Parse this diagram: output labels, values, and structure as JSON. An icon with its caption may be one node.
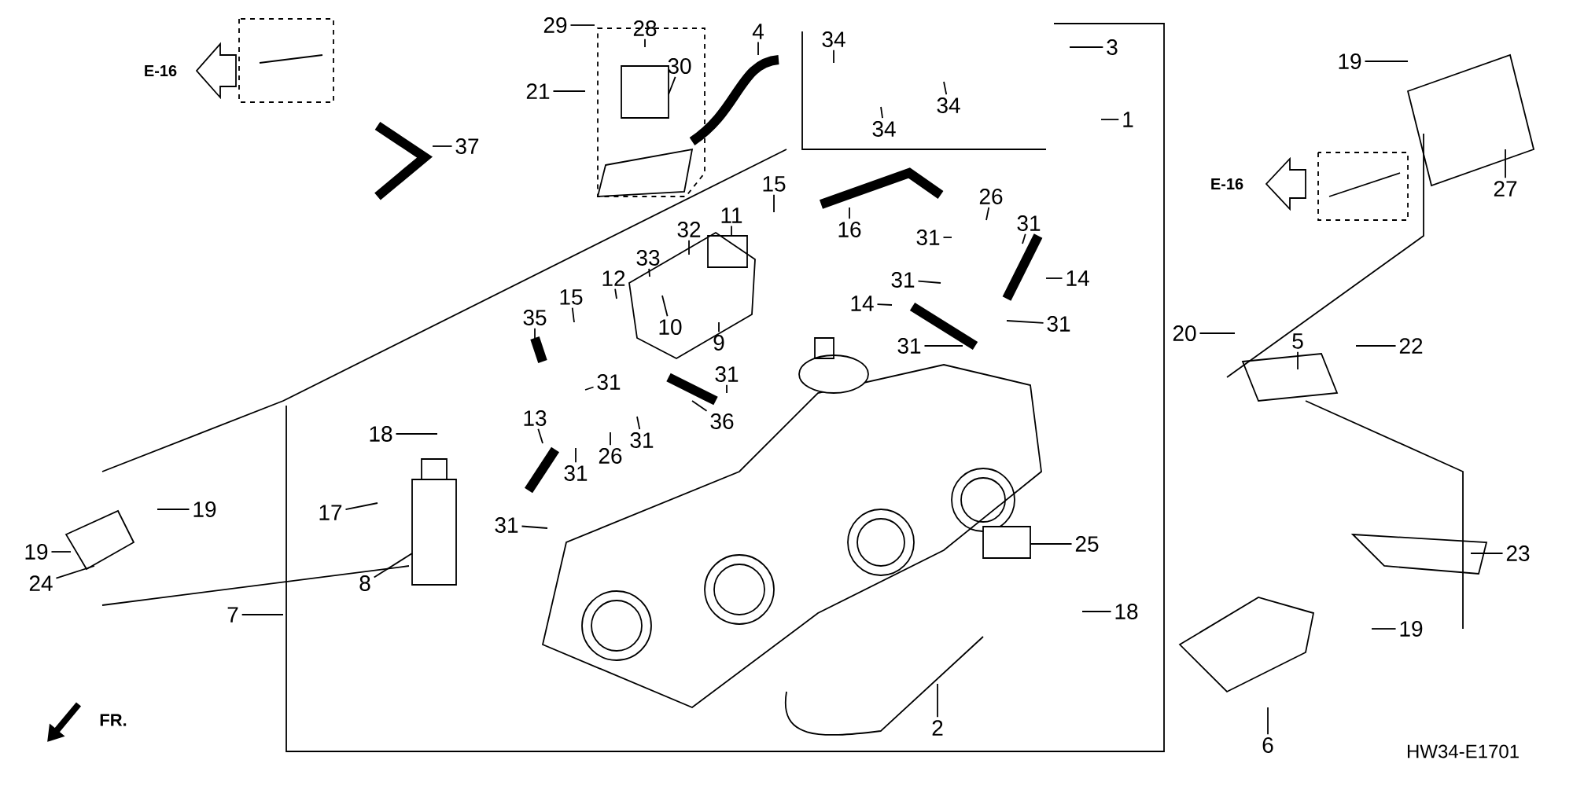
{
  "diagram": {
    "nodes": [
      {
        "text": [
          "29"
        ]
      },
      {
        "text": [
          "28"
        ]
      },
      {
        "text": [
          "30"
        ]
      },
      {
        "text": [
          "4"
        ]
      },
      {
        "text": [
          "21"
        ]
      },
      {
        "text": [
          "37"
        ]
      },
      {
        "text": [
          "34"
        ]
      },
      {
        "text": [
          "34"
        ]
      },
      {
        "text": [
          "34"
        ]
      },
      {
        "text": [
          "3"
        ]
      },
      {
        "text": [
          "1"
        ]
      },
      {
        "text": [
          "19"
        ]
      },
      {
        "text": [
          "27"
        ]
      },
      {
        "text": [
          "15"
        ]
      },
      {
        "text": [
          "11"
        ]
      },
      {
        "text": [
          "32"
        ]
      },
      {
        "text": [
          "33"
        ]
      },
      {
        "text": [
          "12"
        ]
      },
      {
        "text": [
          "10"
        ]
      },
      {
        "text": [
          "9"
        ]
      },
      {
        "text": [
          "15"
        ]
      },
      {
        "text": [
          "35"
        ]
      },
      {
        "text": [
          "16"
        ]
      },
      {
        "text": [
          "26"
        ]
      },
      {
        "text": [
          "31"
        ]
      },
      {
        "text": [
          "31"
        ]
      },
      {
        "text": [
          "14"
        ]
      },
      {
        "text": [
          "31"
        ]
      },
      {
        "text": [
          "14"
        ]
      },
      {
        "text": [
          "31"
        ]
      },
      {
        "text": [
          "31"
        ]
      },
      {
        "text": [
          "31"
        ]
      },
      {
        "text": [
          "31"
        ]
      },
      {
        "text": [
          "36"
        ]
      },
      {
        "text": [
          "31"
        ]
      },
      {
        "text": [
          "26"
        ]
      },
      {
        "text": [
          "31"
        ]
      },
      {
        "text": [
          "13"
        ]
      },
      {
        "text": [
          "18"
        ]
      },
      {
        "text": [
          "19"
        ]
      },
      {
        "text": [
          "17"
        ]
      },
      {
        "text": [
          "19"
        ]
      },
      {
        "text": [
          "24"
        ]
      },
      {
        "text": [
          "31"
        ]
      },
      {
        "text": [
          "8"
        ]
      },
      {
        "text": [
          "7"
        ]
      },
      {
        "text": [
          "25"
        ]
      },
      {
        "text": [
          "23"
        ]
      },
      {
        "text": [
          "20"
        ]
      },
      {
        "text": [
          "5"
        ]
      },
      {
        "text": [
          "22"
        ]
      },
      {
        "text": [
          "19"
        ]
      },
      {
        "text": [
          "18"
        ]
      },
      {
        "text": [
          "2"
        ]
      },
      {
        "text": [
          "6"
        ]
      }
    ],
    "edges": [
      {
        "from": 0,
        "to": null,
        "arrow": "none"
      },
      {
        "from": 1,
        "to": null,
        "arrow": "none"
      },
      {
        "from": 2,
        "to": null,
        "arrow": "none"
      },
      {
        "from": 3,
        "to": null,
        "arrow": "none"
      },
      {
        "from": 4,
        "to": null,
        "arrow": "none"
      },
      {
        "from": 5,
        "to": null,
        "arrow": "none"
      },
      {
        "from": 6,
        "to": null,
        "arrow": "none"
      },
      {
        "from": 7,
        "to": null,
        "arrow": "none"
      },
      {
        "from": 8,
        "to": null,
        "arrow": "none"
      },
      {
        "from": 9,
        "to": null,
        "arrow": "none"
      },
      {
        "from": 10,
        "to": null,
        "arrow": "none"
      },
      {
        "from": 11,
        "to": null,
        "arrow": "none"
      },
      {
        "from": 12,
        "to": null,
        "arrow": "none"
      },
      {
        "from": 13,
        "to": null,
        "arrow": "none"
      },
      {
        "from": 14,
        "to": null,
        "arrow": "none"
      },
      {
        "from": 15,
        "to": null,
        "arrow": "none"
      },
      {
        "from": 16,
        "to": null,
        "arrow": "none"
      },
      {
        "from": 17,
        "to": null,
        "arrow": "none"
      },
      {
        "from": 18,
        "to": null,
        "arrow": "none"
      },
      {
        "from": 19,
        "to": null,
        "arrow": "none"
      },
      {
        "from": 20,
        "to": null,
        "arrow": "none"
      },
      {
        "from": 21,
        "to": null,
        "arrow": "none"
      },
      {
        "from": 22,
        "to": null,
        "arrow": "none"
      },
      {
        "from": 23,
        "to": null,
        "arrow": "none"
      },
      {
        "from": 24,
        "to": null,
        "arrow": "none"
      },
      {
        "from": 25,
        "to": null,
        "arrow": "none"
      },
      {
        "from": 26,
        "to": null,
        "arrow": "none"
      },
      {
        "from": 27,
        "to": null,
        "arrow": "none"
      },
      {
        "from": 28,
        "to": null,
        "arrow": "none"
      },
      {
        "from": 29,
        "to": null,
        "arrow": "none"
      },
      {
        "from": 30,
        "to": null,
        "arrow": "none"
      },
      {
        "from": 31,
        "to": null,
        "arrow": "none"
      },
      {
        "from": 32,
        "to": null,
        "arrow": "none"
      },
      {
        "from": 33,
        "to": null,
        "arrow": "none"
      },
      {
        "from": 34,
        "to": null,
        "arrow": "none"
      },
      {
        "from": 35,
        "to": null,
        "arrow": "none"
      },
      {
        "from": 36,
        "to": null,
        "arrow": "none"
      },
      {
        "from": 37,
        "to": null,
        "arrow": "none"
      },
      {
        "from": 38,
        "to": null,
        "arrow": "none"
      },
      {
        "from": 39,
        "to": null,
        "arrow": "none"
      },
      {
        "from": 40,
        "to": null,
        "arrow": "none"
      },
      {
        "from": 41,
        "to": null,
        "arrow": "none"
      },
      {
        "from": 42,
        "to": null,
        "arrow": "none"
      },
      {
        "from": 43,
        "to": null,
        "arrow": "none"
      },
      {
        "from": 44,
        "to": null,
        "arrow": "none"
      },
      {
        "from": 45,
        "to": null,
        "arrow": "none"
      },
      {
        "from": 46,
        "to": null,
        "arrow": "none"
      },
      {
        "from": 47,
        "to": null,
        "arrow": "none"
      },
      {
        "from": 48,
        "to": null,
        "arrow": "none"
      },
      {
        "from": 49,
        "to": null,
        "arrow": "none"
      },
      {
        "from": 50,
        "to": null,
        "arrow": "none"
      },
      {
        "from": 51,
        "to": null,
        "arrow": "none"
      },
      {
        "from": 52,
        "to": null,
        "arrow": "none"
      },
      {
        "from": 53,
        "to": null,
        "arrow": "none"
      },
      {
        "from": 54,
        "to": null,
        "arrow": "none"
      }
    ],
    "labels": [
      "E-16",
      "E-16",
      "FR.",
      "HW34-E1701"
    ]
  }
}
